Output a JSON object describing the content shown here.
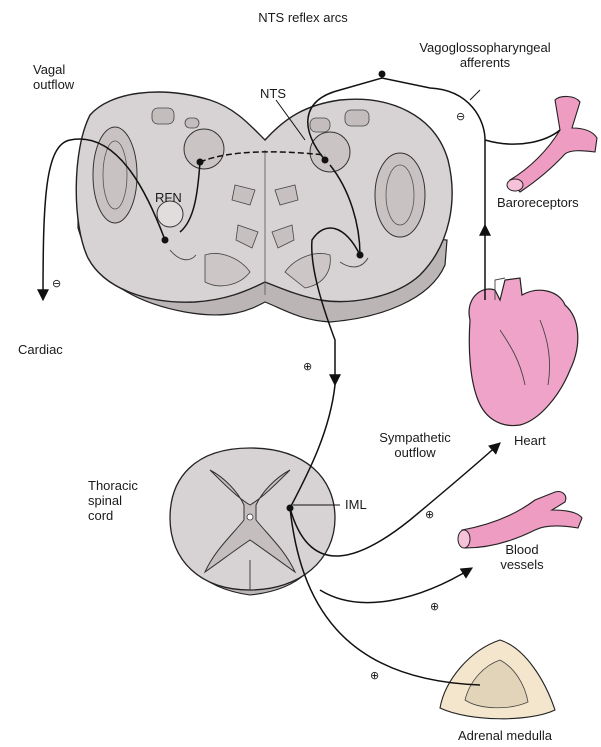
{
  "title": "NTS reflex arcs",
  "labels": {
    "vagal_outflow": "Vagal\noutflow",
    "nts": "NTS",
    "rfn": "RFN",
    "vagoglossopharyngeal_afferents": "Vagoglossopharyngeal\nafferents",
    "baroreceptors": "Baroreceptors",
    "cardiac": "Cardiac",
    "heart": "Heart",
    "thoracic_spinal_cord": "Thoracic\nspinal\ncord",
    "iml": "IML",
    "sympathetic_outflow": "Sympathetic\noutflow",
    "blood_vessels": "Blood\nvessels",
    "adrenal_medulla": "Adrenal medulla"
  },
  "signs": {
    "inhibitory": "⊖",
    "excitatory": "⊕"
  },
  "colors": {
    "tissue_fill": "#d7d2d3",
    "tissue_dark": "#b9b3b4",
    "vessel_pink": "#ee9cc2",
    "heart_pink": "#f0a3c8",
    "adrenal_fill": "#f3e6cc",
    "line": "#111111"
  }
}
